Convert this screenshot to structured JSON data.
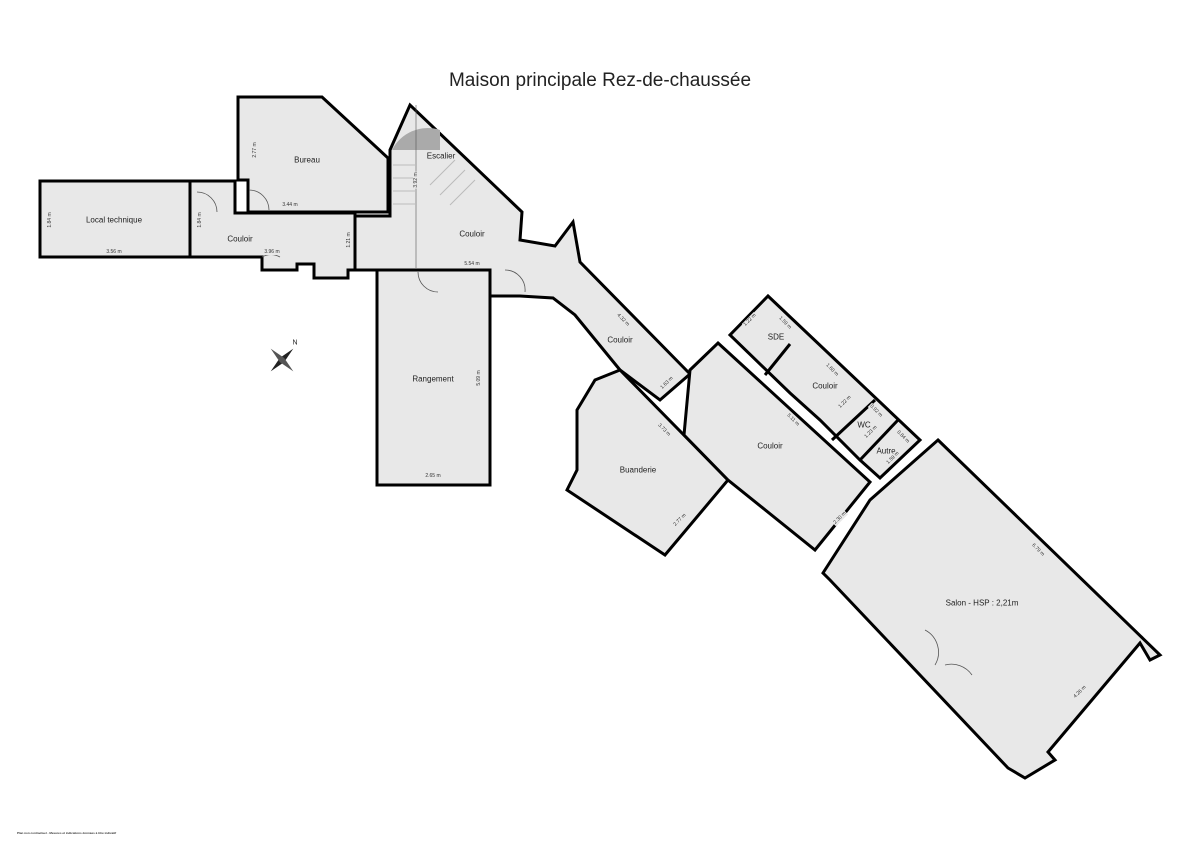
{
  "title": "Maison principale Rez-de-chaussée",
  "rooms": {
    "bureau": "Bureau",
    "escalier": "Escalier",
    "local_technique": "Local technique",
    "couloir_1": "Couloir",
    "couloir_2": "Couloir",
    "rangement": "Rangement",
    "couloir_3": "Couloir",
    "buanderie": "Buanderie",
    "sde": "SDE",
    "couloir_4": "Couloir",
    "wc": "WC",
    "autre": "Autre",
    "couloir_5": "Couloir",
    "salon": "Salon - HSP : 2,21m"
  },
  "dimensions": {
    "bureau_h": "2.77 m",
    "bureau_w": "3.44 m",
    "escalier_h": "3.92 m",
    "local_h": "1.84 m",
    "local_w": "3.56 m",
    "couloir1_h": "1.84 m",
    "couloir1_w": "3.96 m",
    "couloir1_small": "1.21 m",
    "couloir2_w": "5.54 m",
    "rangement_h": "5.09 m",
    "rangement_w": "2.65 m",
    "couloir3_l": "4.32 m",
    "couloir3_w": "1.63 m",
    "buanderie_l": "3.73 m",
    "buanderie_w": "2.77 m",
    "sde_a": "1.22 m",
    "sde_b": "1.59 m",
    "couloir4_a": "1.60 m",
    "couloir4_b": "1.22 m",
    "wc_a": "0.92 m",
    "wc_b": "1.23 m",
    "autre_a": "0.84 m",
    "autre_b": "1.59 m",
    "couloir5_l": "5.11 m",
    "couloir5_w": "2.30 m",
    "salon_l": "6.79 m",
    "salon_w": "4.26 m"
  },
  "compass_icon": "north-arrow-compass",
  "compass_label": "N",
  "footer": "Plan non contractuel - Mesures et indications données à titre indicatif"
}
